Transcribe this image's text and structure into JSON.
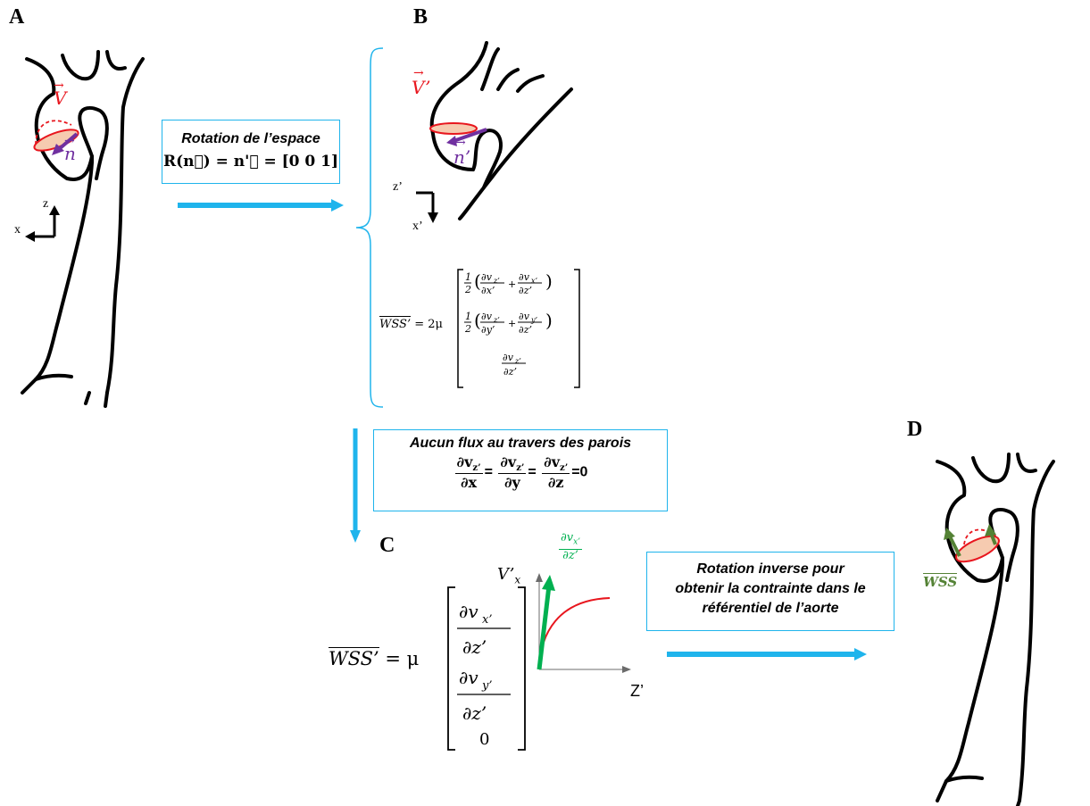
{
  "panels": {
    "a": "A",
    "b": "B",
    "c": "C",
    "d": "D"
  },
  "box_rotation": {
    "title": "Rotation de l’espace",
    "formula": "R(n⃗) = n'⃗ = [0 0 1]"
  },
  "box_no_flux": {
    "title": "Aucun flux au travers des parois",
    "tail": "=0"
  },
  "box_inverse": {
    "line1": "Rotation inverse pour",
    "line2": "obtenir la contrainte dans le",
    "line3": "référentiel de l’aorte"
  },
  "axes_a": {
    "z": "z",
    "x": "x"
  },
  "axes_b": {
    "z": "z’",
    "x": "x’"
  },
  "vector_labels": {
    "v": "V",
    "n": "n",
    "v_prime": "V’",
    "n_prime": "n’",
    "wss": "WSS"
  },
  "formula_b": {
    "lhs": "WSS’",
    "coef": "= 2μ"
  },
  "formula_c": {
    "lhs": "WSS’",
    "coef": "= μ",
    "zero": "0"
  },
  "graph_c": {
    "y_label": "V’",
    "y_sub": "x",
    "x_label": "Z’",
    "tangent_num": "∂v",
    "tangent_num_sub": "x’",
    "tangent_den": "∂z’"
  },
  "colors": {
    "arrow_blue": "#1fb4ec",
    "red": "#e8161e",
    "purple": "#7030a0",
    "green": "#00b050",
    "olive_green": "#548235",
    "fill_pink": "#f6cbb0"
  }
}
